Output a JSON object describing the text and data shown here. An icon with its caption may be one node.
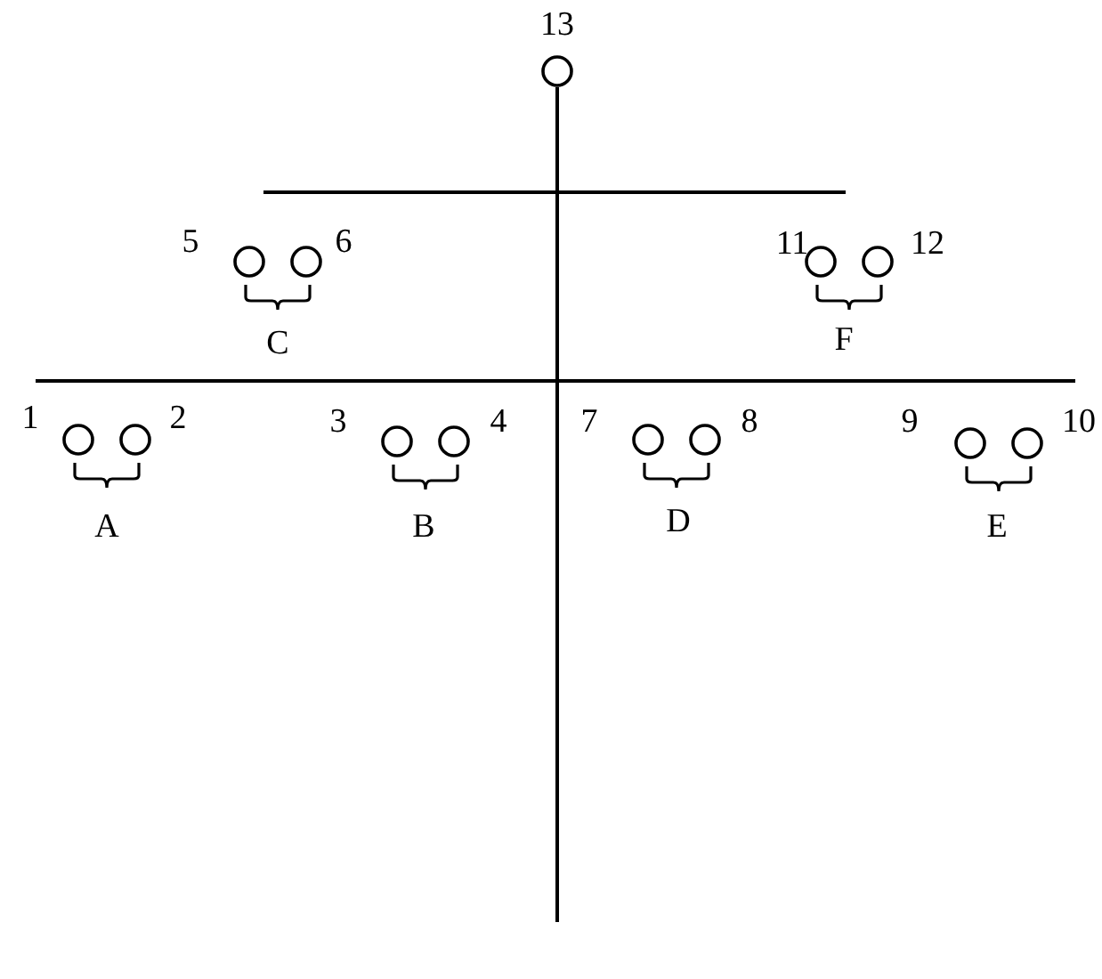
{
  "diagram": {
    "nodes": [
      {
        "text": [],
        "shape": "circle",
        "beside": [
          "13"
        ]
      },
      {
        "text": [],
        "shape": "circle",
        "beside": [
          "5"
        ]
      },
      {
        "text": [],
        "shape": "circle",
        "beside": [
          "6"
        ]
      },
      {
        "text": [],
        "shape": "circle",
        "beside": [
          "11"
        ]
      },
      {
        "text": [],
        "shape": "circle",
        "beside": [
          "12"
        ]
      },
      {
        "text": [],
        "shape": "circle",
        "beside": [
          "1"
        ]
      },
      {
        "text": [],
        "shape": "circle",
        "beside": [
          "2"
        ]
      },
      {
        "text": [],
        "shape": "circle",
        "beside": [
          "3"
        ]
      },
      {
        "text": [],
        "shape": "circle",
        "beside": [
          "4"
        ]
      },
      {
        "text": [],
        "shape": "circle",
        "beside": [
          "7"
        ]
      },
      {
        "text": [],
        "shape": "circle",
        "beside": [
          "8"
        ]
      },
      {
        "text": [],
        "shape": "circle",
        "beside": [
          "9"
        ]
      },
      {
        "text": [],
        "shape": "circle",
        "beside": [
          "10"
        ]
      }
    ],
    "labels": [
      "C",
      "F",
      "A",
      "B",
      "D",
      "E"
    ]
  }
}
